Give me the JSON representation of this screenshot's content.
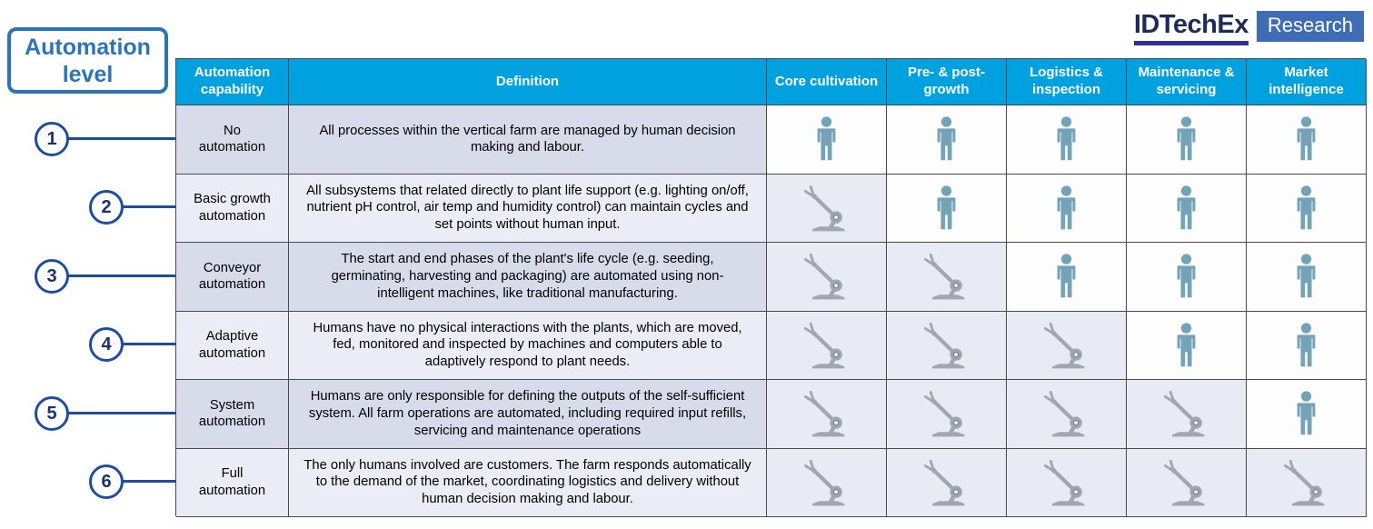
{
  "logo": {
    "brand": "IDTechEx",
    "suffix": "Research"
  },
  "side": {
    "title": "Automation level",
    "levels": [
      "1",
      "2",
      "3",
      "4",
      "5",
      "6"
    ]
  },
  "table": {
    "headers": [
      "Automation capability",
      "Definition",
      "Core cultivation",
      "Pre- & post-growth",
      "Logistics & inspection",
      "Maintenance & servicing",
      "Market intelligence"
    ],
    "rows": [
      {
        "level": "1",
        "capability": "No automation",
        "definition": "All processes within the vertical farm are managed by human decision making and labour.",
        "icons": [
          "human",
          "human",
          "human",
          "human",
          "human"
        ]
      },
      {
        "level": "2",
        "capability": "Basic growth automation",
        "definition": "All subsystems that related directly to plant life support (e.g. lighting on/off, nutrient pH control, air temp and humidity control) can maintain cycles and set points without human input.",
        "icons": [
          "robot",
          "human",
          "human",
          "human",
          "human"
        ]
      },
      {
        "level": "3",
        "capability": "Conveyor automation",
        "definition": "The start and end phases of the plant's life cycle (e.g. seeding, germinating, harvesting and packaging) are automated using non-intelligent machines, like traditional manufacturing.",
        "icons": [
          "robot",
          "robot",
          "human",
          "human",
          "human"
        ]
      },
      {
        "level": "4",
        "capability": "Adaptive automation",
        "definition": "Humans have no physical interactions with the plants, which are moved, fed, monitored and inspected by machines and computers able to adaptively respond to plant needs.",
        "icons": [
          "robot",
          "robot",
          "robot",
          "human",
          "human"
        ]
      },
      {
        "level": "5",
        "capability": "System automation",
        "definition": "Humans are only responsible for defining the outputs of the self-sufficient system. All farm operations are automated, including required input refills, servicing and maintenance operations",
        "icons": [
          "robot",
          "robot",
          "robot",
          "robot",
          "human"
        ]
      },
      {
        "level": "6",
        "capability": "Full automation",
        "definition": "The only humans involved are customers. The farm responds automatically to the demand of the market, coordinating logistics and delivery without human decision making and labour.",
        "icons": [
          "robot",
          "robot",
          "robot",
          "robot",
          "robot"
        ]
      }
    ]
  },
  "icons": {
    "human": "human-icon",
    "robot": "robot-arm-icon"
  },
  "colors": {
    "header_bg": "#00a1de",
    "row_dark": "#d8dcea",
    "row_light": "#eaedf5",
    "human_icon": "#74a3b8",
    "robot_icon": "#a2a6b4",
    "level_blue": "#1c4da0",
    "box_blue": "#2b74b8",
    "logo_navy": "#1e2b58",
    "logo_underline": "#2e3192",
    "research_bg": "#3f6db5"
  }
}
